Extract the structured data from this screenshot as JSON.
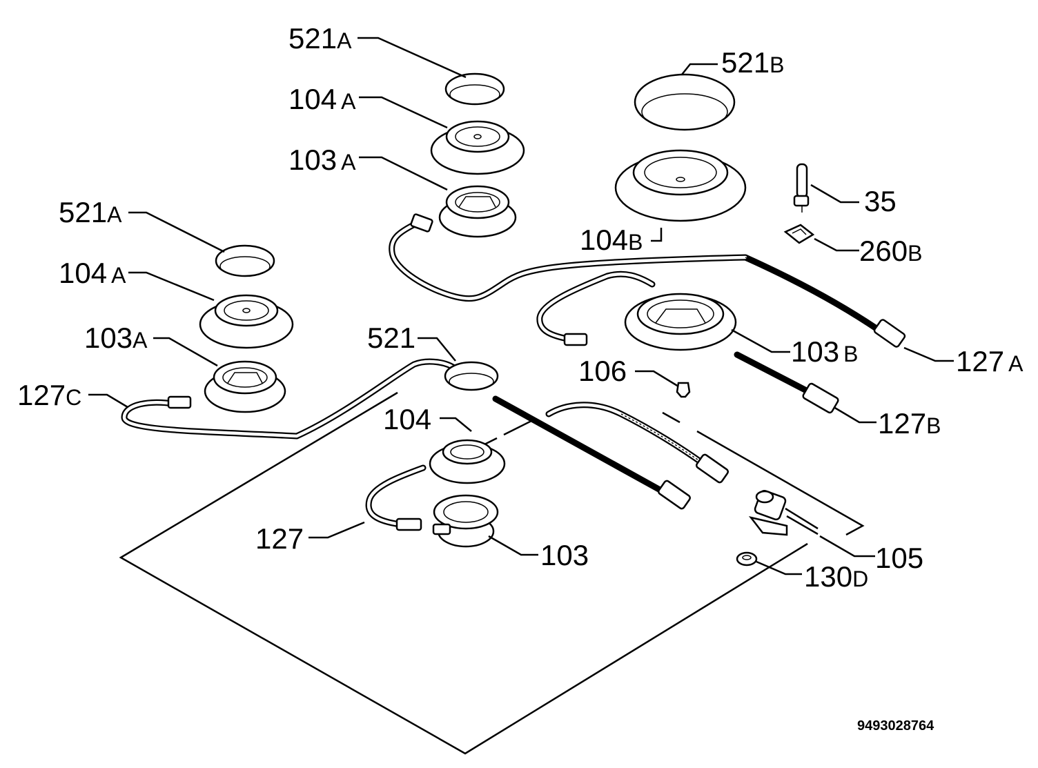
{
  "diagram": {
    "labels": {
      "l521a_top": {
        "num": "521",
        "suffix": "A"
      },
      "l104a_top": {
        "num": "104",
        "suffix": "A"
      },
      "l103a_top": {
        "num": "103",
        "suffix": "A"
      },
      "l521b": {
        "num": "521",
        "suffix": "B"
      },
      "l35": {
        "num": "35",
        "suffix": ""
      },
      "l104b": {
        "num": "104",
        "suffix": "B"
      },
      "l260b": {
        "num": "260",
        "suffix": "B"
      },
      "l521a_left": {
        "num": "521",
        "suffix": "A"
      },
      "l104a_left": {
        "num": "104",
        "suffix": "A"
      },
      "l103a_left": {
        "num": "103",
        "suffix": "A"
      },
      "l127c": {
        "num": "127",
        "suffix": "C"
      },
      "l521": {
        "num": "521",
        "suffix": ""
      },
      "l104": {
        "num": "104",
        "suffix": ""
      },
      "l127": {
        "num": "127",
        "suffix": ""
      },
      "l103": {
        "num": "103",
        "suffix": ""
      },
      "l106": {
        "num": "106",
        "suffix": ""
      },
      "l103b": {
        "num": "103",
        "suffix": "B"
      },
      "l127a": {
        "num": "127",
        "suffix": "A"
      },
      "l127b": {
        "num": "127",
        "suffix": "B"
      },
      "l105": {
        "num": "105",
        "suffix": ""
      },
      "l130d": {
        "num": "130",
        "suffix": "D"
      }
    },
    "document_number": "9493028764"
  }
}
